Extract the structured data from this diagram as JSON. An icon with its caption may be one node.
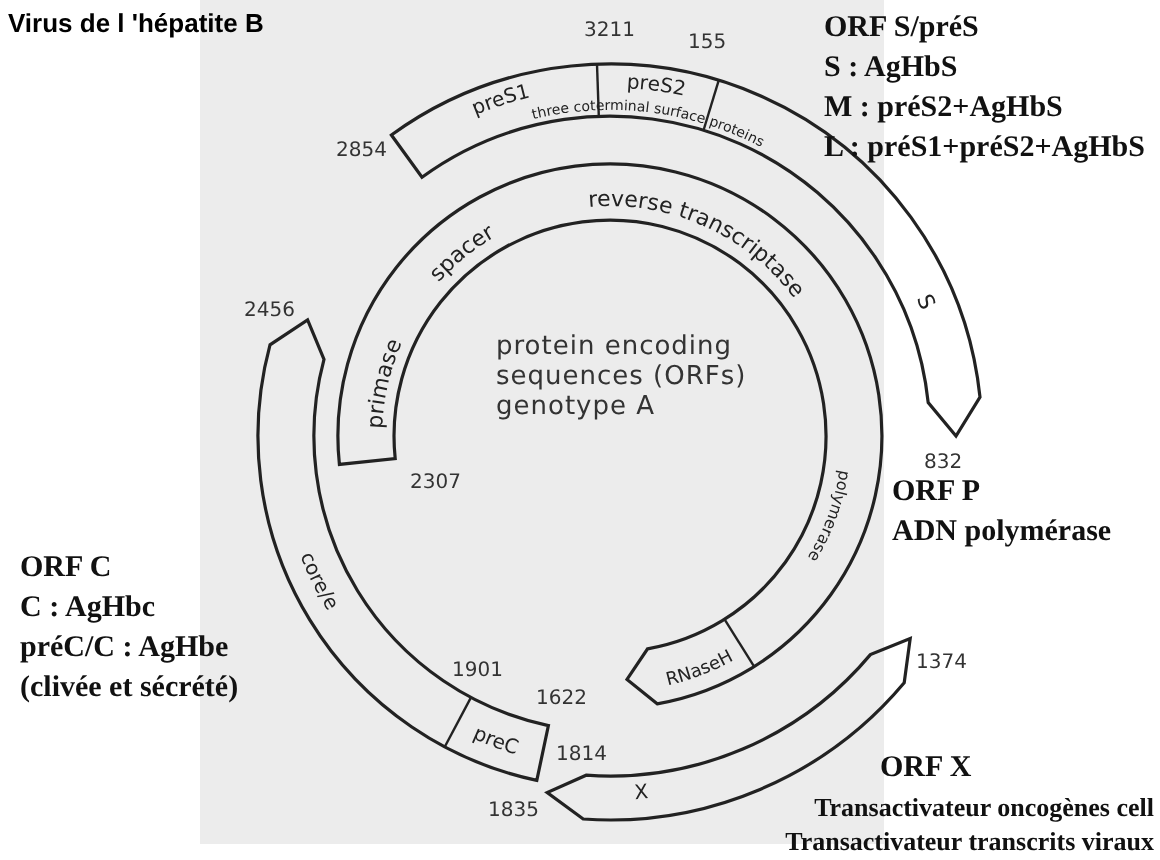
{
  "diagram": {
    "title": "Virus de l 'hépatite B",
    "nodes": [
      {
        "text": [
          "preS1",
          "preS2",
          "three coterminal surface proteins",
          "S"
        ]
      },
      {
        "text": [
          "primase",
          "spacer",
          "reverse transcriptase",
          "polymerase",
          "RNaseH"
        ]
      },
      {
        "text": [
          "core/e",
          "preC"
        ]
      },
      {
        "text": [
          "X"
        ]
      }
    ],
    "labels": [
      "ORF S/préS",
      "S : AgHbS",
      "M : préS2+AgHbS",
      "L : préS1+préS2+AgHbS",
      "3211",
      "155",
      "2854",
      "2456",
      "protein encoding sequences (ORFs) genotype A",
      "2307",
      "832",
      "ORF P",
      "ADN polymérase",
      "ORF C",
      "C : AgHbc",
      "préC/C : AgHbe",
      "(clivée et sécrété)",
      "1622",
      "1901",
      "1814",
      "1374",
      "1835",
      "ORF X",
      "Transactivateur oncogènes cell",
      "Transactivateur transcrits viraux"
    ]
  }
}
